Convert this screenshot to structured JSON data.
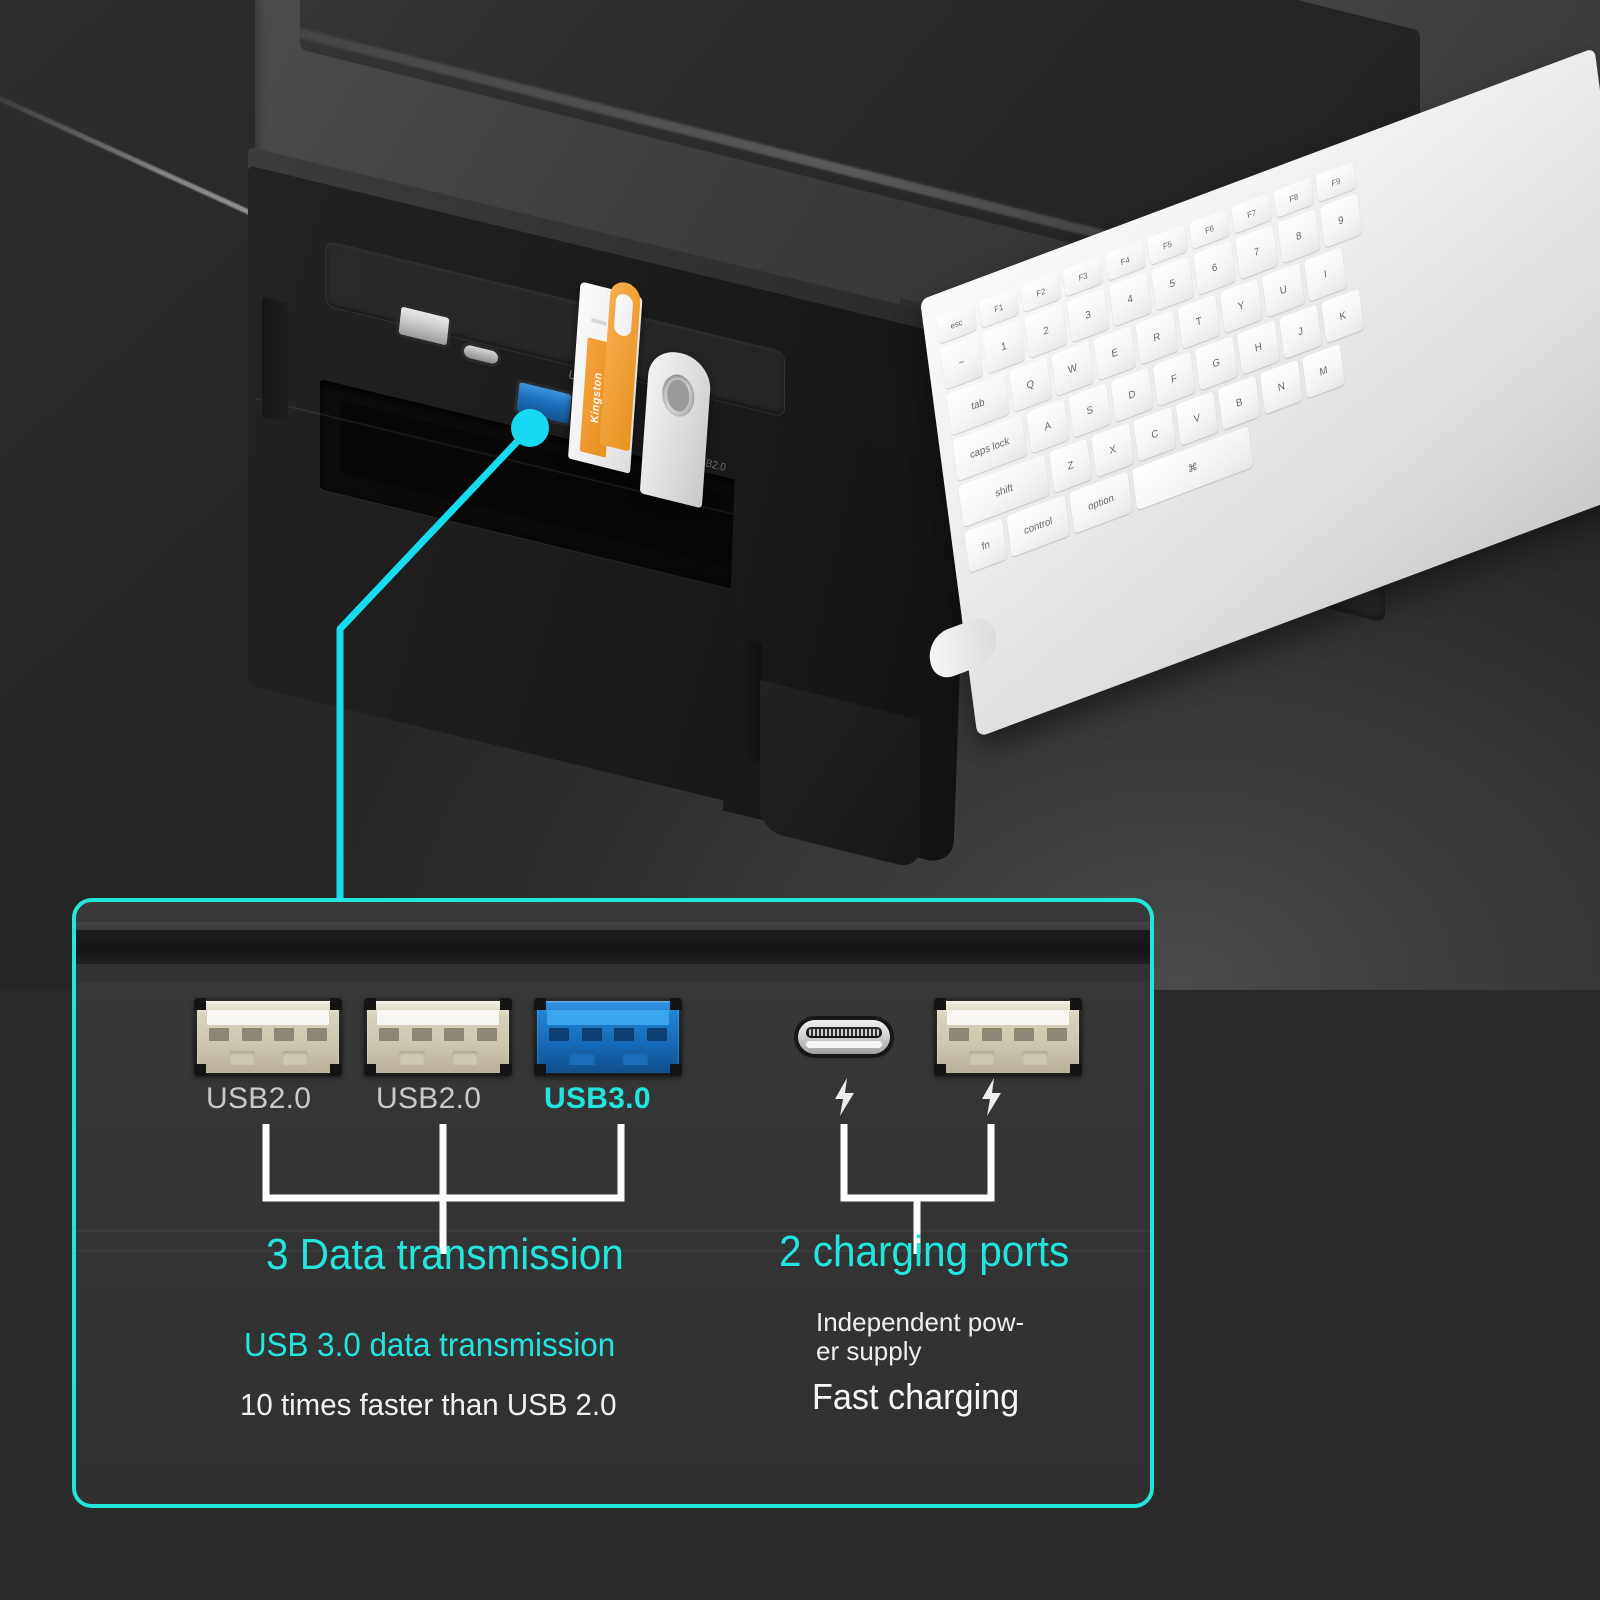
{
  "scene": {
    "product_name": "monitor-stand-usb-hub",
    "flash_drive_brand": "Kingston",
    "photo_port_label_usb3": "USB3.0",
    "photo_port_label_usb2": "USB2.0",
    "keyboard": {
      "fn_row": [
        "esc",
        "F1",
        "F2",
        "F3",
        "F4",
        "F5",
        "F6",
        "F7",
        "F8",
        "F9"
      ],
      "row1": [
        "~",
        "1",
        "2",
        "3",
        "4",
        "5",
        "6",
        "7",
        "8",
        "9"
      ],
      "row2": [
        "tab",
        "Q",
        "W",
        "E",
        "R",
        "T",
        "Y",
        "U",
        "I"
      ],
      "row3": [
        "caps lock",
        "A",
        "S",
        "D",
        "F",
        "G",
        "H",
        "J",
        "K"
      ],
      "row4": [
        "shift",
        "Z",
        "X",
        "C",
        "V",
        "B",
        "N",
        "M"
      ],
      "row5": [
        "fn",
        "control",
        "option",
        "⌘"
      ]
    }
  },
  "callout": {
    "ports": [
      {
        "id": "usb-a-1",
        "type": "usb-a",
        "label": "USB2.0",
        "highlight": false
      },
      {
        "id": "usb-a-2",
        "type": "usb-a",
        "label": "USB2.0",
        "highlight": false
      },
      {
        "id": "usb-a-3",
        "type": "usb-a",
        "label": "USB3.0",
        "highlight": true
      },
      {
        "id": "usb-c-1",
        "type": "usb-c",
        "label": "",
        "highlight": false
      },
      {
        "id": "usb-a-4",
        "type": "usb-a",
        "label": "",
        "highlight": false
      }
    ],
    "groups": {
      "data": {
        "heading": "3 Data transmission",
        "subtitle": "USB 3.0 data transmission",
        "detail": "10 times faster than USB 2.0"
      },
      "charging": {
        "heading": "2 charging ports",
        "note": "Independent pow-\ner supply",
        "detail": "Fast charging"
      }
    }
  },
  "colors": {
    "accent_cyan": "#22e6de",
    "usb3_blue": "#1f7ccd",
    "label_gray": "#c9c9c9",
    "text_white": "#f0f0f0",
    "background_dark": "#2a2a2a"
  }
}
